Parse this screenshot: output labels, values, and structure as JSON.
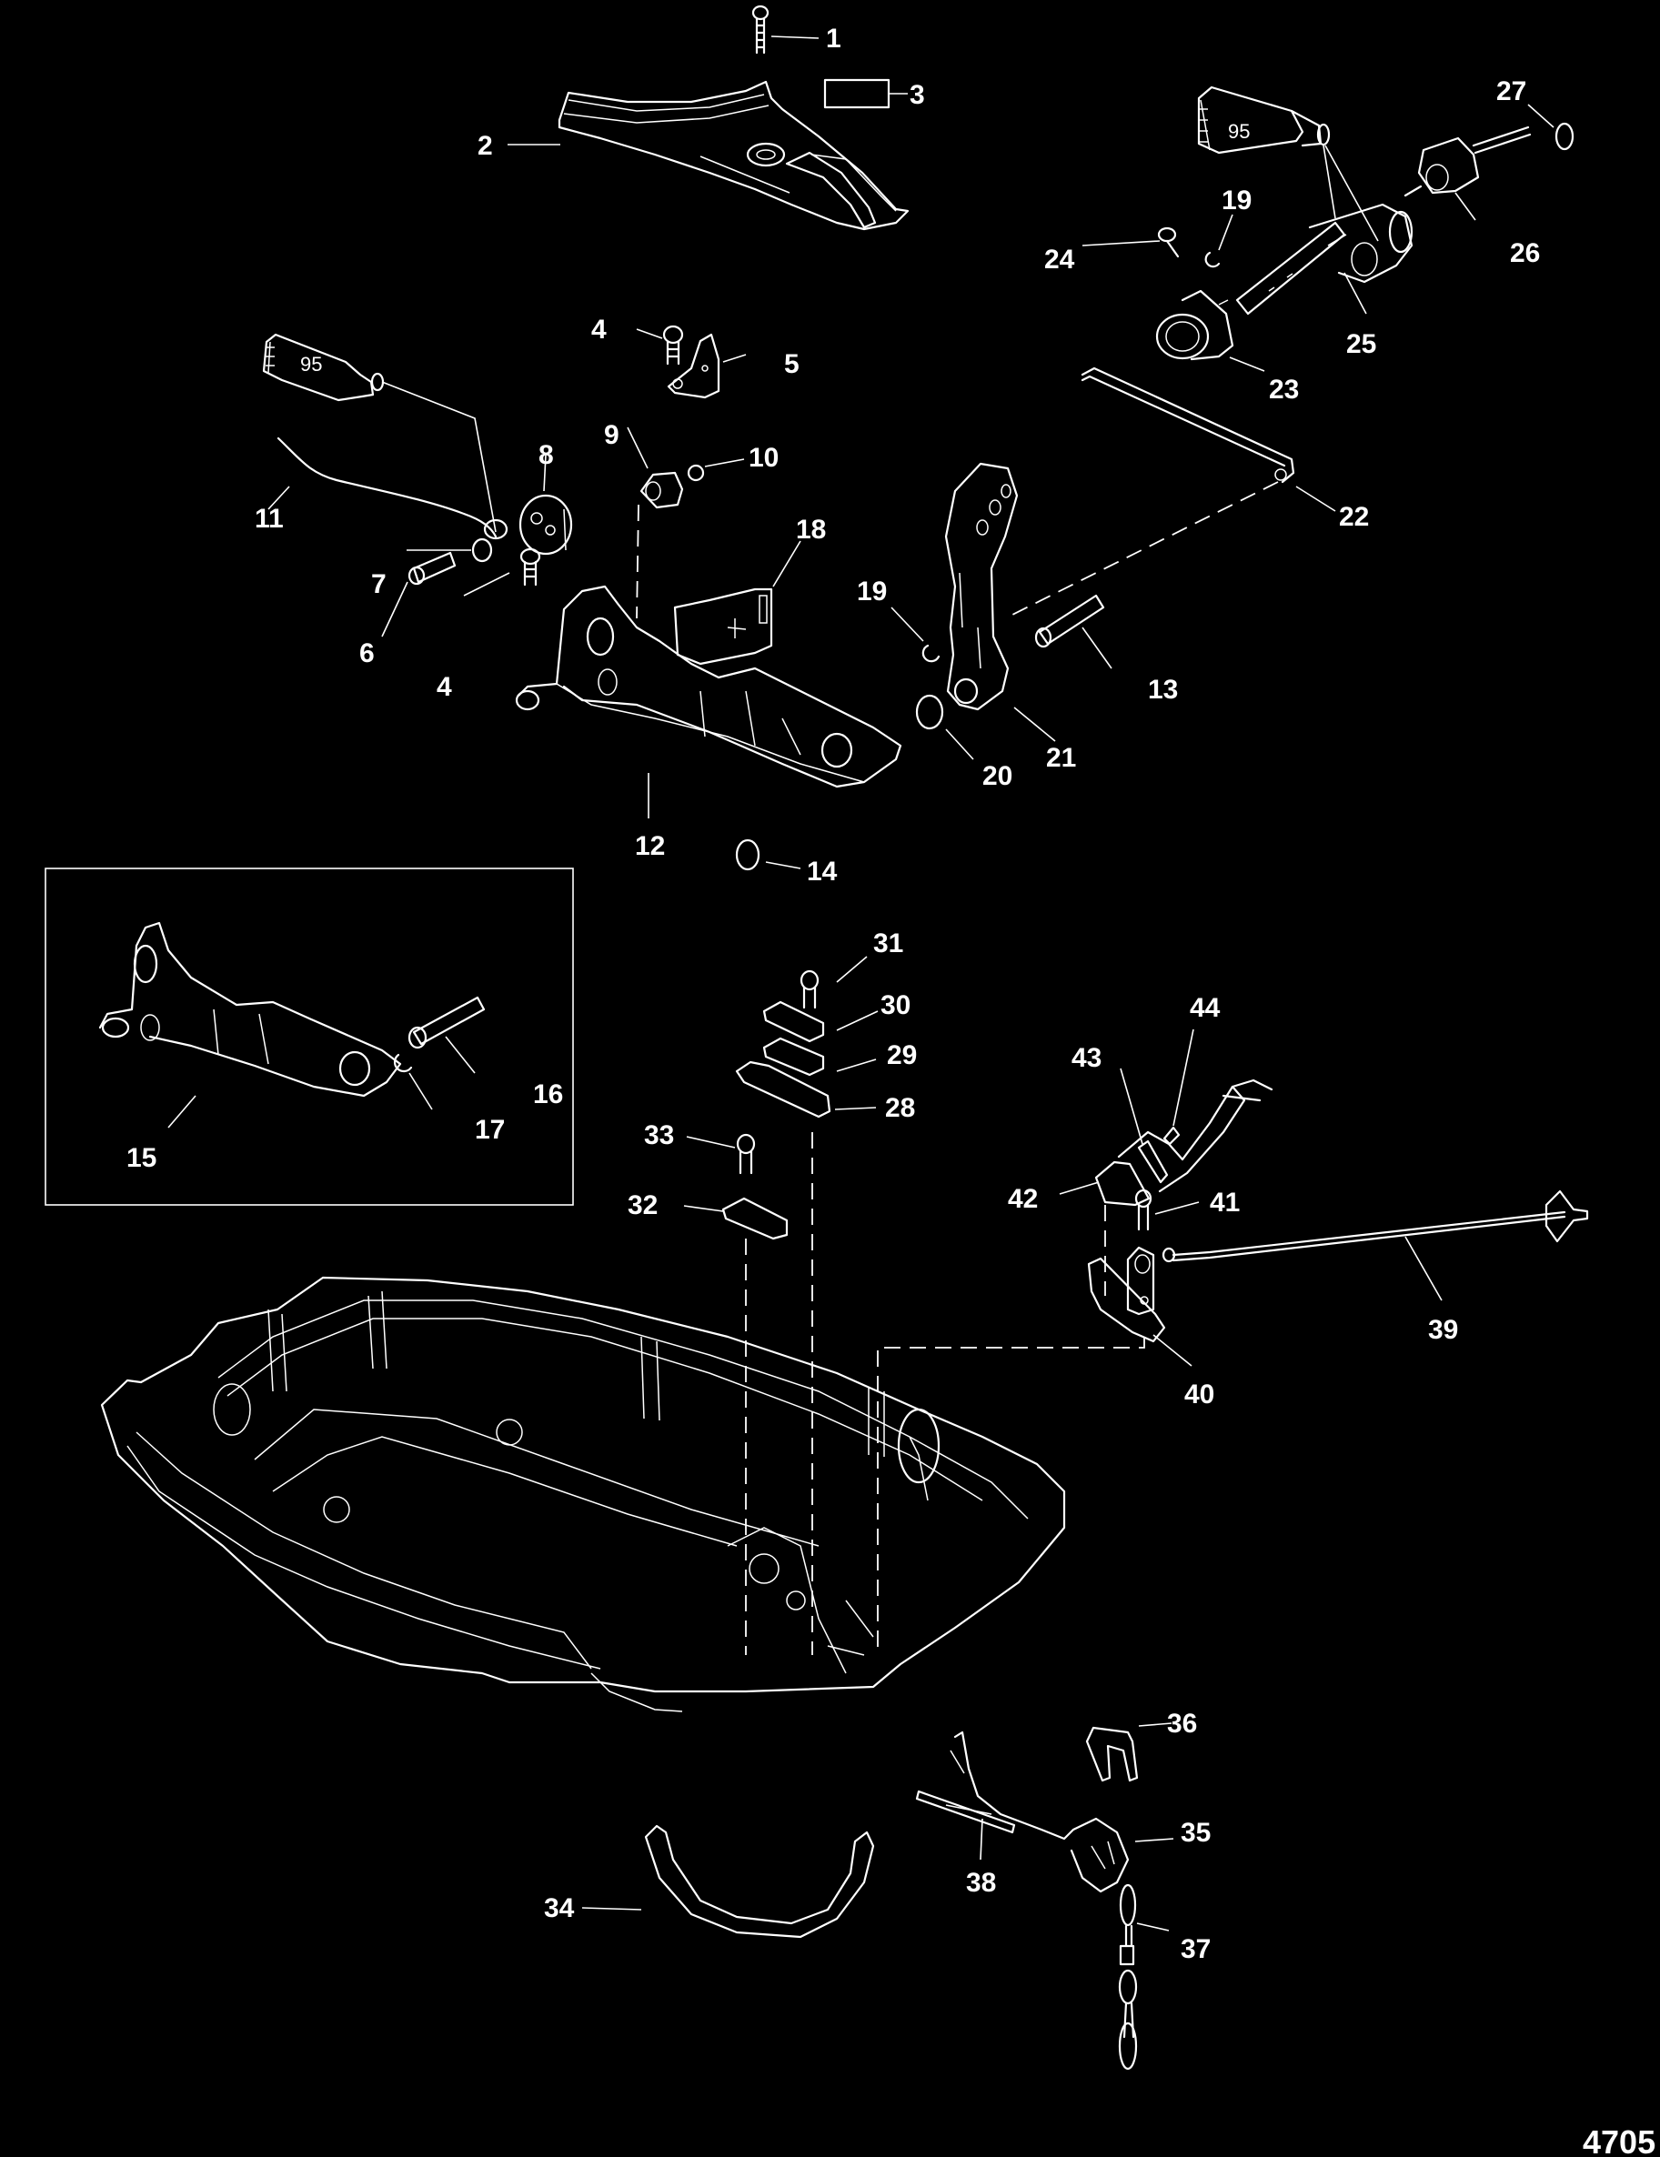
{
  "figure_number": "4705",
  "background_color": "#000000",
  "line_color": "#ffffff",
  "lubricant_tubes": [
    {
      "id": "tube-left",
      "label": "95"
    },
    {
      "id": "tube-right",
      "label": "95"
    }
  ],
  "inset": {
    "callouts": [
      "15",
      "16",
      "17"
    ]
  },
  "callouts": [
    {
      "id": "c1",
      "label": "1"
    },
    {
      "id": "c2",
      "label": "2"
    },
    {
      "id": "c3",
      "label": "3"
    },
    {
      "id": "c4a",
      "label": "4"
    },
    {
      "id": "c4b",
      "label": "4"
    },
    {
      "id": "c5",
      "label": "5"
    },
    {
      "id": "c6",
      "label": "6"
    },
    {
      "id": "c7",
      "label": "7"
    },
    {
      "id": "c8",
      "label": "8"
    },
    {
      "id": "c9",
      "label": "9"
    },
    {
      "id": "c10",
      "label": "10"
    },
    {
      "id": "c11",
      "label": "11"
    },
    {
      "id": "c12",
      "label": "12"
    },
    {
      "id": "c13",
      "label": "13"
    },
    {
      "id": "c14",
      "label": "14"
    },
    {
      "id": "c15",
      "label": "15"
    },
    {
      "id": "c16",
      "label": "16"
    },
    {
      "id": "c17",
      "label": "17"
    },
    {
      "id": "c18",
      "label": "18"
    },
    {
      "id": "c19a",
      "label": "19"
    },
    {
      "id": "c19b",
      "label": "19"
    },
    {
      "id": "c20",
      "label": "20"
    },
    {
      "id": "c21",
      "label": "21"
    },
    {
      "id": "c22",
      "label": "22"
    },
    {
      "id": "c23",
      "label": "23"
    },
    {
      "id": "c24",
      "label": "24"
    },
    {
      "id": "c25",
      "label": "25"
    },
    {
      "id": "c26",
      "label": "26"
    },
    {
      "id": "c27",
      "label": "27"
    },
    {
      "id": "c28",
      "label": "28"
    },
    {
      "id": "c29",
      "label": "29"
    },
    {
      "id": "c30",
      "label": "30"
    },
    {
      "id": "c31",
      "label": "31"
    },
    {
      "id": "c32",
      "label": "32"
    },
    {
      "id": "c33",
      "label": "33"
    },
    {
      "id": "c34",
      "label": "34"
    },
    {
      "id": "c35",
      "label": "35"
    },
    {
      "id": "c36",
      "label": "36"
    },
    {
      "id": "c37",
      "label": "37"
    },
    {
      "id": "c38",
      "label": "38"
    },
    {
      "id": "c39",
      "label": "39"
    },
    {
      "id": "c40",
      "label": "40"
    },
    {
      "id": "c41",
      "label": "41"
    },
    {
      "id": "c42",
      "label": "42"
    },
    {
      "id": "c43",
      "label": "43"
    },
    {
      "id": "c44",
      "label": "44"
    }
  ]
}
